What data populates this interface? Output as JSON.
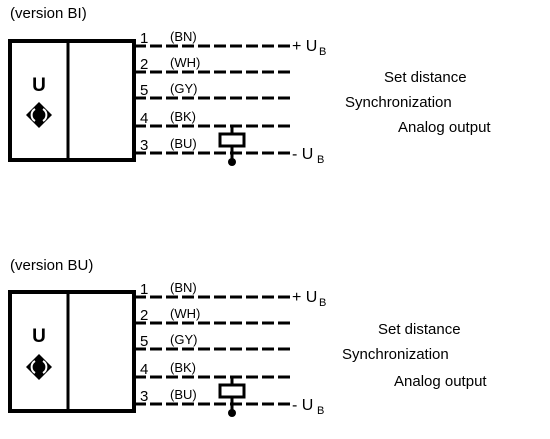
{
  "diagrams": [
    {
      "version_label": "(version BI)",
      "sensor_symbol": "U",
      "pins": [
        {
          "number": "1",
          "color": "(BN)"
        },
        {
          "number": "2",
          "color": "(WH)"
        },
        {
          "number": "5",
          "color": "(GY)"
        },
        {
          "number": "4",
          "color": "(BK)"
        },
        {
          "number": "3",
          "color": "(BU)"
        }
      ],
      "supply_plus": {
        "sign": "+ U",
        "sub": "B"
      },
      "supply_minus": {
        "sign": "- U",
        "sub": "B"
      },
      "functions": [
        "Set distance",
        "Synchronization",
        "Analog output"
      ]
    },
    {
      "version_label": "(version BU)",
      "sensor_symbol": "U",
      "pins": [
        {
          "number": "1",
          "color": "(BN)"
        },
        {
          "number": "2",
          "color": "(WH)"
        },
        {
          "number": "5",
          "color": "(GY)"
        },
        {
          "number": "4",
          "color": "(BK)"
        },
        {
          "number": "3",
          "color": "(BU)"
        }
      ],
      "supply_plus": {
        "sign": "+ U",
        "sub": "B"
      },
      "supply_minus": {
        "sign": "- U",
        "sub": "B"
      },
      "functions": [
        "Set distance",
        "Synchronization",
        "Analog output"
      ]
    }
  ]
}
